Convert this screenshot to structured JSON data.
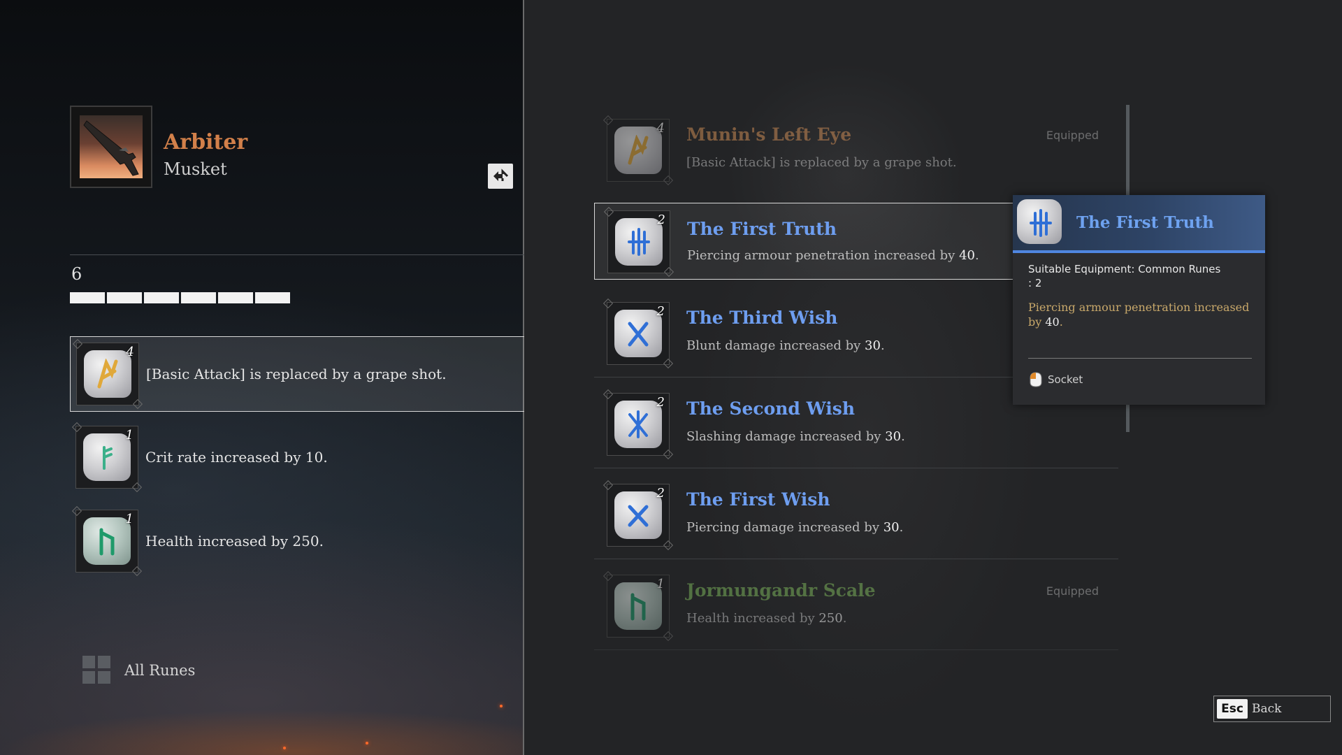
{
  "weapon": {
    "name": "Arbiter",
    "type": "Musket",
    "slot_count": "6",
    "slot_segments": 6
  },
  "equipped": [
    {
      "level": "4",
      "text": "[Basic Attack] is replaced by a grape shot."
    },
    {
      "level": "1",
      "text": "Crit rate increased by 10."
    },
    {
      "level": "1",
      "text": "Health increased by 250."
    }
  ],
  "all_runes_label": "All Runes",
  "runes": [
    {
      "name": "Munin's Left Eye",
      "level": "4",
      "desc_pre": "[Basic Attack] is replaced by a grape shot.",
      "desc_val": "",
      "desc_post": "",
      "status": "Equipped",
      "color": "#c98a55"
    },
    {
      "name": "The First Truth",
      "level": "2",
      "desc_pre": "Piercing armour penetration increased by ",
      "desc_val": "40",
      "desc_post": ".",
      "status": "",
      "color": "#6e9ef0"
    },
    {
      "name": "The Third Wish",
      "level": "2",
      "desc_pre": "Blunt damage increased by ",
      "desc_val": "30",
      "desc_post": ".",
      "status": "",
      "color": "#6e9ef0"
    },
    {
      "name": "The Second Wish",
      "level": "2",
      "desc_pre": "Slashing damage increased by ",
      "desc_val": "30",
      "desc_post": ".",
      "status": "",
      "color": "#6e9ef0"
    },
    {
      "name": "The First Wish",
      "level": "2",
      "desc_pre": "Piercing damage increased by ",
      "desc_val": "30",
      "desc_post": ".",
      "status": "",
      "color": "#6e9ef0"
    },
    {
      "name": "Jormungandr Scale",
      "level": "1",
      "desc_pre": "Health increased by ",
      "desc_val": "250",
      "desc_post": ".",
      "status": "Equipped",
      "color": "#7ab05a"
    }
  ],
  "tooltip": {
    "title": "The First Truth",
    "suitable_line1": "Suitable Equipment: Common Runes",
    "suitable_line2": ": 2",
    "desc_pre": "Piercing armour penetration increased by ",
    "desc_val": "40",
    "desc_post": ".",
    "action": "Socket"
  },
  "back": {
    "key": "Esc",
    "label": "Back"
  }
}
